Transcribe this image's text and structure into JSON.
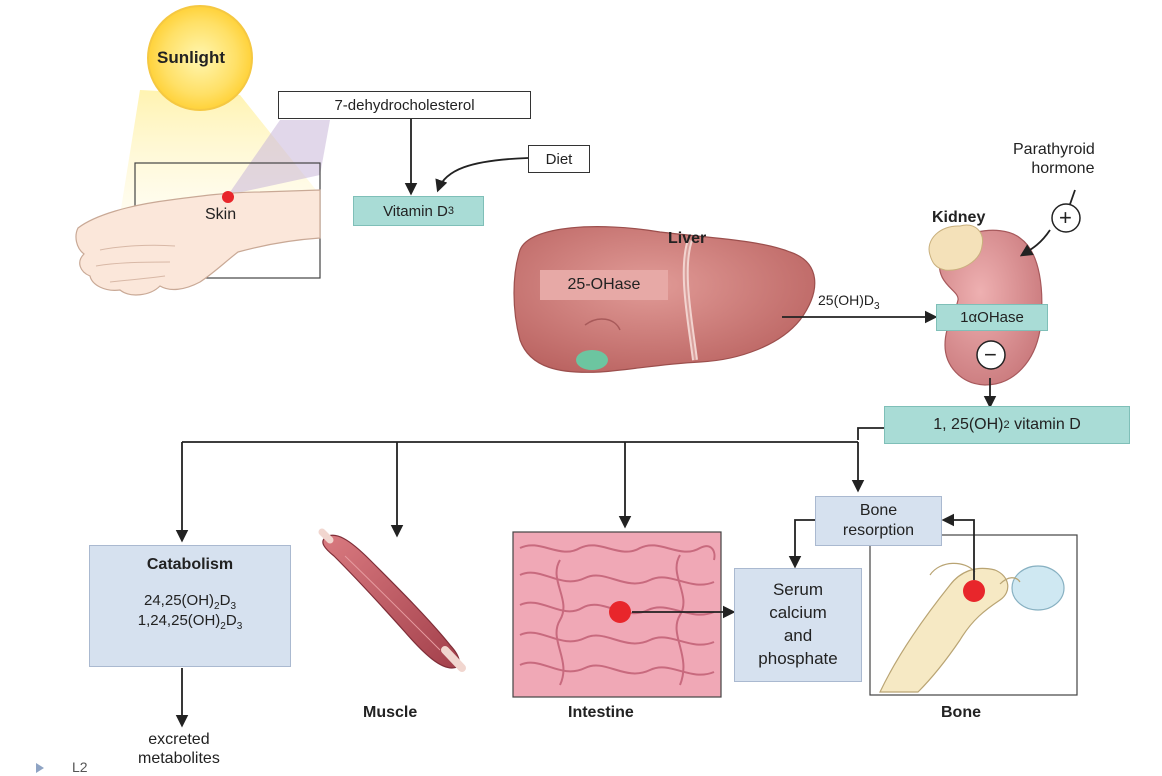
{
  "labels": {
    "sunlight": "Sunlight",
    "skin": "Skin",
    "dehydro": "7-dehydrocholesterol",
    "diet": "Diet",
    "vitamin_d3": "Vitamin D",
    "vitamin_d3_sub": "3",
    "liver": "Liver",
    "ohase25": "25-OHase",
    "oh_d3": "25(OH)D",
    "oh_d3_sub": "3",
    "pth_line1": "Parathyroid",
    "pth_line2": "hormone",
    "kidney": "Kidney",
    "ohase1a": "1αOHase",
    "plus": "+",
    "minus": "−",
    "active_d_prefix": "1, 25(OH)",
    "active_d_sub": "2",
    "active_d_suffix": " vitamin D",
    "catabolism": "Catabolism",
    "cat_line1": "24,25(OH)",
    "cat_line1_sub1": "2",
    "cat_line1_mid": "D",
    "cat_line1_sub2": "3",
    "cat_line2": "1,24,25(OH)",
    "cat_line2_sub1": "2",
    "cat_line2_mid": "D",
    "cat_line2_sub2": "3",
    "excreted_line1": "excreted",
    "excreted_line2": "metabolites",
    "muscle": "Muscle",
    "intestine": "Intestine",
    "bone_res_line1": "Bone",
    "bone_res_line2": "resorption",
    "serum_line1": "Serum",
    "serum_line2": "calcium",
    "serum_line3": "and",
    "serum_line4": "phosphate",
    "bone": "Bone",
    "corner_text": "L2"
  },
  "colors": {
    "teal_box": "#a9dcd6",
    "light_blue_box": "#d6e1ef",
    "marker_red": "#e8262b",
    "sun_yellow": "#ffe066",
    "liver": "#c9706e",
    "kidney": "#d98c8e",
    "muscle": "#b5545c",
    "intestine": "#f0a8b6",
    "bone": "#f6e9c4"
  }
}
